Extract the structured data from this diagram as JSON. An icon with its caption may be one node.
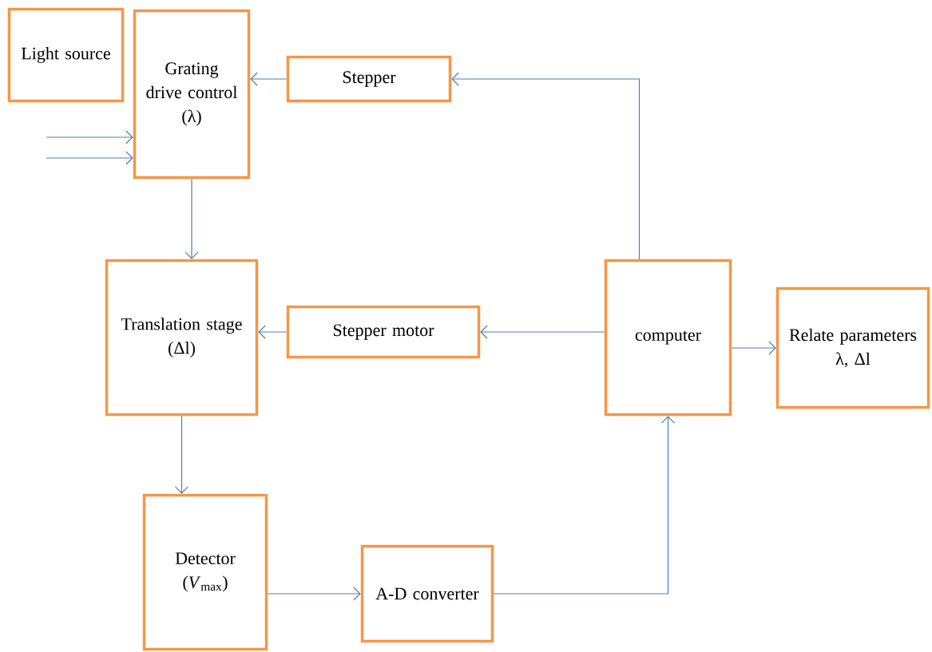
{
  "diagram": {
    "nodes": [
      {
        "text": [
          "Light source"
        ]
      },
      {
        "text": [
          "Grating drive control",
          "(λ)"
        ]
      },
      {
        "text": [
          "Stepper"
        ]
      },
      {
        "text": [
          "Translation stage",
          "(Δl)"
        ]
      },
      {
        "text": [
          "Stepper motor"
        ]
      },
      {
        "text": [
          "computer"
        ]
      },
      {
        "text": [
          "Relate parameters",
          "λ,  Δl"
        ]
      },
      {
        "text": [
          "Detector",
          "(*V*$_{max}$)"
        ]
      },
      {
        "text": [
          "A-D converter"
        ]
      }
    ],
    "edges": [
      {
        "from": null,
        "to": 1,
        "arrow": "to"
      },
      {
        "from": null,
        "to": 1,
        "arrow": "to"
      },
      {
        "from": 2,
        "to": 1,
        "arrow": "to"
      },
      {
        "from": 5,
        "to": 2,
        "arrow": "to"
      },
      {
        "from": 1,
        "to": 3,
        "arrow": "to"
      },
      {
        "from": 5,
        "to": 4,
        "arrow": "to"
      },
      {
        "from": 4,
        "to": 3,
        "arrow": "to"
      },
      {
        "from": 5,
        "to": 6,
        "arrow": "to"
      },
      {
        "from": 3,
        "to": 7,
        "arrow": "to"
      },
      {
        "from": 7,
        "to": 8,
        "arrow": "to"
      },
      {
        "from": 8,
        "to": 5,
        "arrow": "to"
      }
    ]
  }
}
